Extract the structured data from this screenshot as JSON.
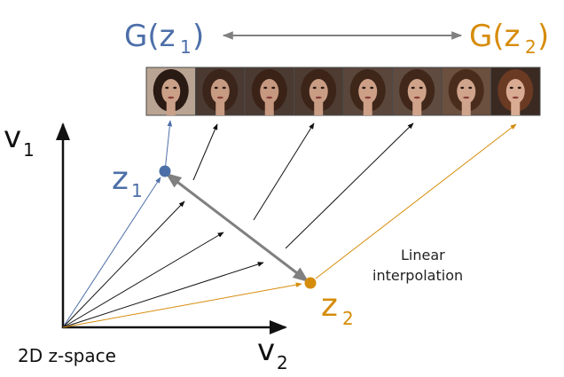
{
  "colors": {
    "blue": "#4c6fa8",
    "orange": "#d68c0b",
    "black": "#111111",
    "gray": "#808080",
    "strip_border": "#4a4a4a"
  },
  "labels": {
    "g_z1": {
      "main": "G(z",
      "sub": "1",
      "close": ")"
    },
    "g_z2": {
      "main": "G(z",
      "sub": "2",
      "close": ")"
    },
    "z1": {
      "main": "z",
      "sub": "1"
    },
    "z2": {
      "main": "z",
      "sub": "2"
    },
    "v1": {
      "main": "v",
      "sub": "1"
    },
    "v2": {
      "main": "v",
      "sub": "2"
    },
    "space": "2D z-space",
    "interp_line1": "Linear",
    "interp_line2": "interpolation"
  },
  "faces": [
    {
      "id": "generated-face-1",
      "skin": "#caa088",
      "hair": "#2a1a14",
      "bg": "#b9a493"
    },
    {
      "id": "generated-face-2",
      "skin": "#c79a82",
      "hair": "#3b2419",
      "bg": "#4a3a32"
    },
    {
      "id": "generated-face-3",
      "skin": "#c6987f",
      "hair": "#3a2217",
      "bg": "#4b3a31"
    },
    {
      "id": "generated-face-4",
      "skin": "#c99c84",
      "hair": "#3c2418",
      "bg": "#4e3c32"
    },
    {
      "id": "generated-face-5",
      "skin": "#cc9f86",
      "hair": "#3e2619",
      "bg": "#5a463b"
    },
    {
      "id": "generated-face-6",
      "skin": "#cfa38a",
      "hair": "#40271a",
      "bg": "#5f4b40"
    },
    {
      "id": "generated-face-7",
      "skin": "#d0a48c",
      "hair": "#4a2c1c",
      "bg": "#6b4f3f"
    },
    {
      "id": "generated-face-8",
      "skin": "#d8ab92",
      "hair": "#6b3a22",
      "bg": "#3a2a22"
    }
  ]
}
